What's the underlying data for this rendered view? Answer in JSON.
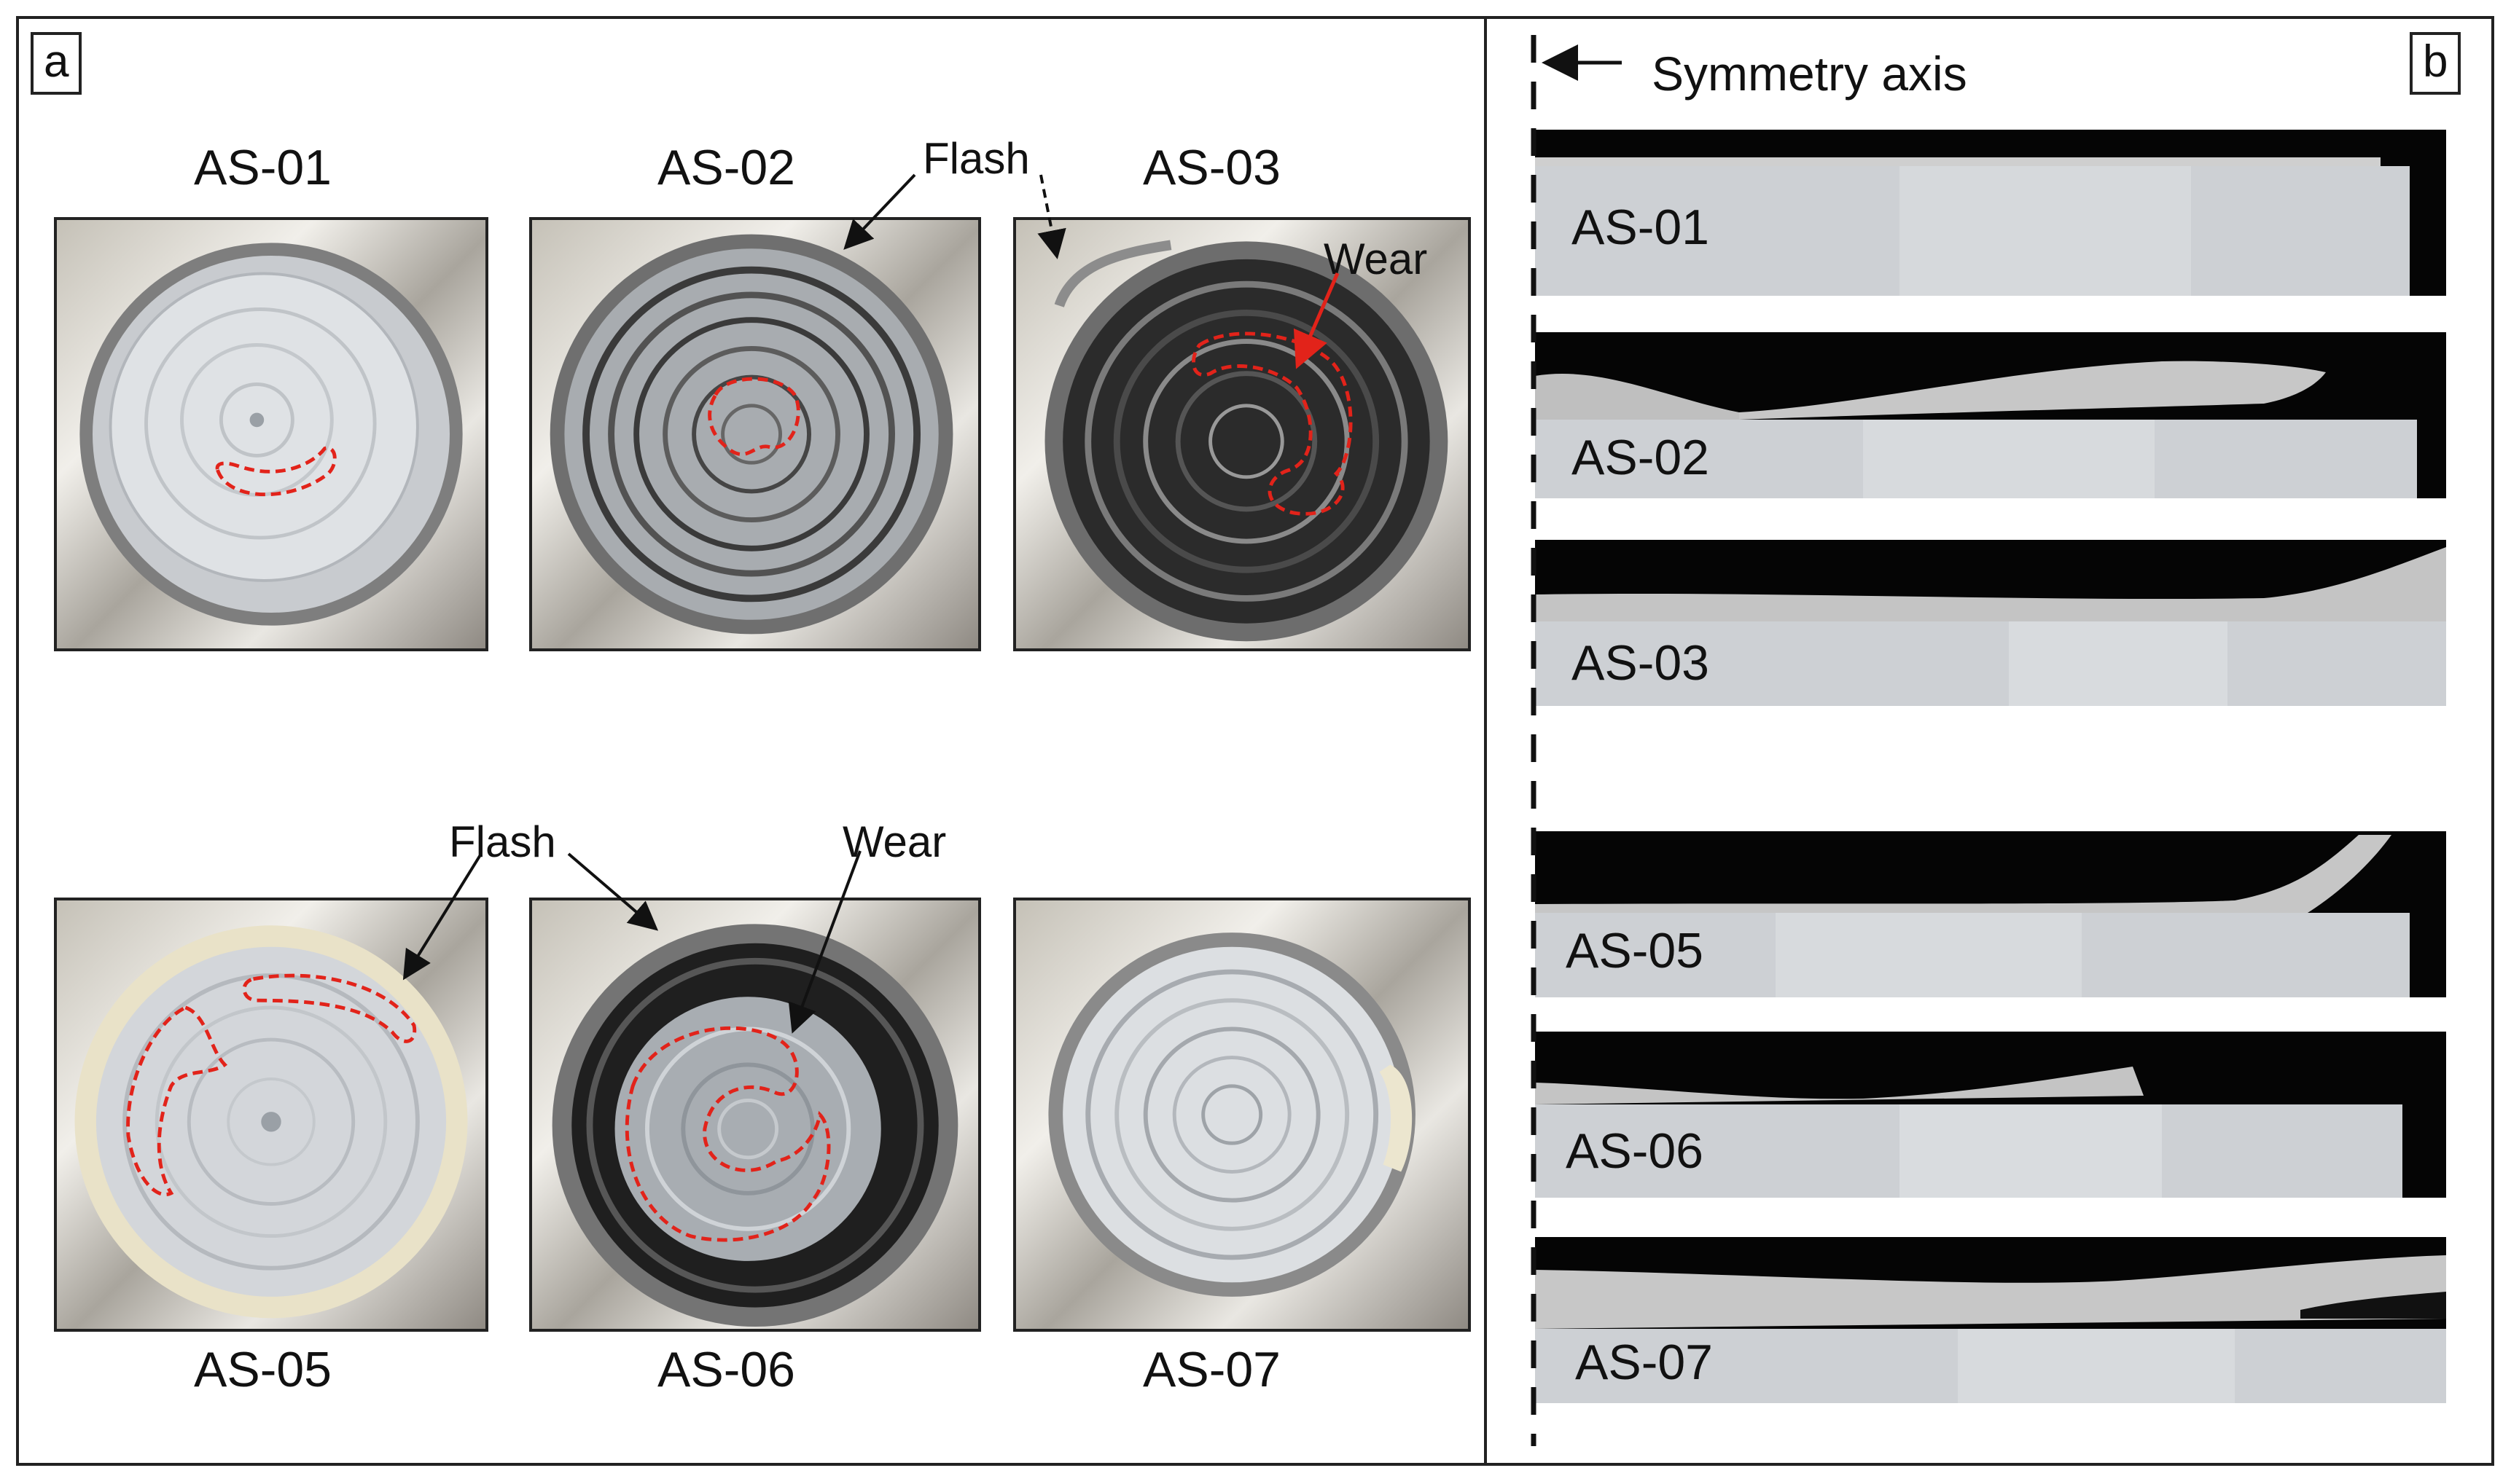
{
  "panel_a": {
    "letter": "a",
    "labels": [
      "AS-01",
      "AS-02",
      "AS-03",
      "AS-05",
      "AS-06",
      "AS-07"
    ],
    "annotations": {
      "flash_top": "Flash",
      "wear_top": "Wear",
      "flash_bottom": "Flash",
      "wear_bottom": "Wear"
    }
  },
  "panel_b": {
    "letter": "b",
    "symmetry_axis_label": "Symmetry axis",
    "strip_labels": [
      "AS-01",
      "AS-02",
      "AS-03",
      "AS-05",
      "AS-06",
      "AS-07"
    ]
  },
  "colors": {
    "wear_outline": "#e2231a",
    "border": "#222222",
    "specimen": "#d9d9d9",
    "background_dark": "#050505"
  }
}
